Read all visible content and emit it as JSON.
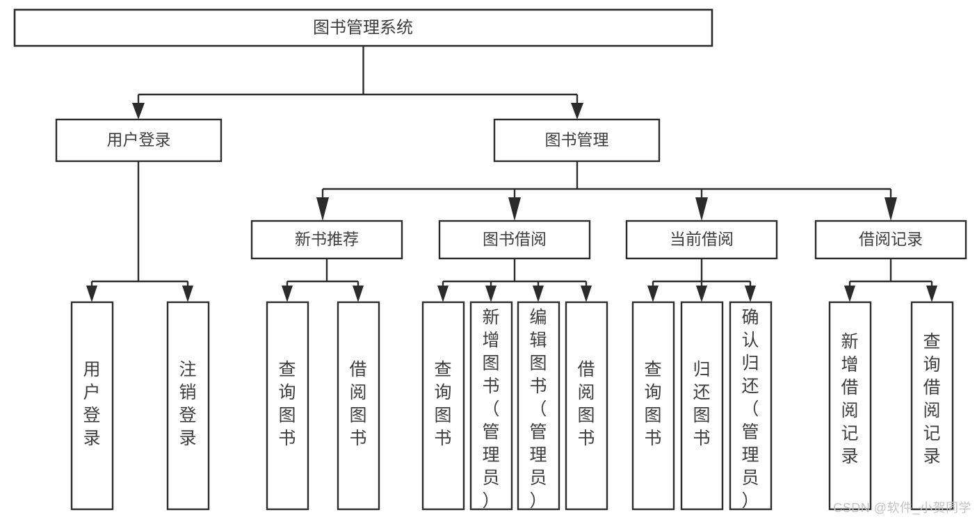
{
  "diagram": {
    "type": "tree-hierarchy",
    "title": "图书管理系统",
    "watermark": "CSDN @软件_小贺同学",
    "colors": {
      "background": "#ffffff",
      "stroke": "#2b2b2b",
      "text": "#3d3d3d",
      "watermark": "#c2c2c2"
    },
    "levels": {
      "root": {
        "label": "图书管理系统"
      },
      "level1": [
        {
          "id": "user-login",
          "label": "用户登录"
        },
        {
          "id": "book-manage",
          "label": "图书管理"
        }
      ],
      "level2": [
        {
          "id": "new-book-rec",
          "label": "新书推荐",
          "parent": "book-manage"
        },
        {
          "id": "book-borrow",
          "label": "图书借阅",
          "parent": "book-manage"
        },
        {
          "id": "current-borrow",
          "label": "当前借阅",
          "parent": "book-manage"
        },
        {
          "id": "borrow-record",
          "label": "借阅记录",
          "parent": "book-manage"
        }
      ],
      "leaves": [
        {
          "id": "leaf-user-login",
          "label": "用户登录",
          "parent": "user-login"
        },
        {
          "id": "leaf-logout",
          "label": "注销登录",
          "parent": "user-login"
        },
        {
          "id": "leaf-query-book-1",
          "label": "查询图书",
          "parent": "new-book-rec"
        },
        {
          "id": "leaf-borrow-book-1",
          "label": "借阅图书",
          "parent": "new-book-rec"
        },
        {
          "id": "leaf-query-book-2",
          "label": "查询图书",
          "parent": "book-borrow"
        },
        {
          "id": "leaf-add-book",
          "label": "新增图书（管理员）",
          "parent": "book-borrow"
        },
        {
          "id": "leaf-edit-book",
          "label": "编辑图书（管理员）",
          "parent": "book-borrow"
        },
        {
          "id": "leaf-borrow-book-2",
          "label": "借阅图书",
          "parent": "book-borrow"
        },
        {
          "id": "leaf-query-book-3",
          "label": "查询图书",
          "parent": "current-borrow"
        },
        {
          "id": "leaf-return-book",
          "label": "归还图书",
          "parent": "current-borrow"
        },
        {
          "id": "leaf-confirm-return",
          "label": "确认归还（管理员）",
          "parent": "current-borrow"
        },
        {
          "id": "leaf-add-record",
          "label": "新增借阅记录",
          "parent": "borrow-record"
        },
        {
          "id": "leaf-query-record",
          "label": "查询借阅记录",
          "parent": "borrow-record"
        }
      ]
    }
  }
}
